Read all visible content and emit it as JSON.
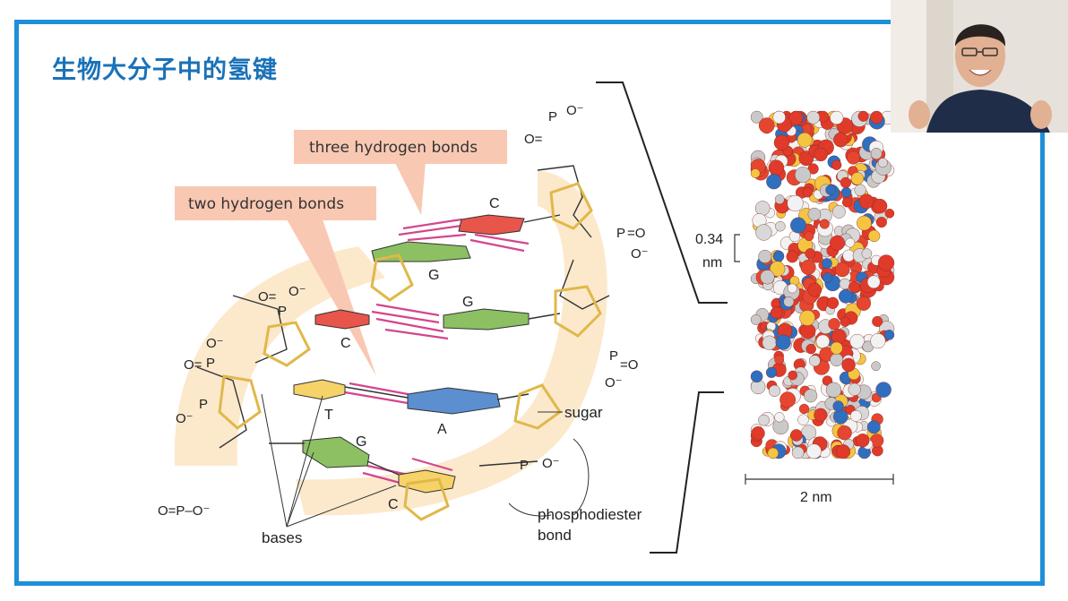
{
  "slide": {
    "title": "生物大分子中的氢键",
    "accent_color": "#1e8fd8",
    "title_color": "#1a72b8"
  },
  "callouts": {
    "three_bonds": "three hydrogen bonds",
    "two_bonds": "two hydrogen bonds"
  },
  "bases": {
    "c_top": "C",
    "g_upper": "G",
    "g_mid": "G",
    "c_mid": "C",
    "t": "T",
    "a": "A",
    "g_low": "G",
    "c_low": "C"
  },
  "labels": {
    "sugar": "sugar",
    "bases": "bases",
    "phosphodiester_line1": "phosphodiester",
    "phosphodiester_line2": "bond",
    "rise_value": "0.34",
    "rise_unit": "nm",
    "width": "2 nm"
  },
  "phosphates": {
    "p_top": "P",
    "o_minus": "O⁻",
    "o_eq": "O=",
    "eq_o": "=O",
    "p_bottom_left": "O=P–O⁻"
  },
  "colors": {
    "cytosine": "#e8554b",
    "guanine": "#8cc063",
    "thymine": "#f6d368",
    "adenine": "#5b8fd0",
    "sugar_backbone": "#f6d06a",
    "ribbon": "#fbe5c3",
    "hbond": "#d4458f",
    "callout_bg": "#f9c8b3"
  }
}
